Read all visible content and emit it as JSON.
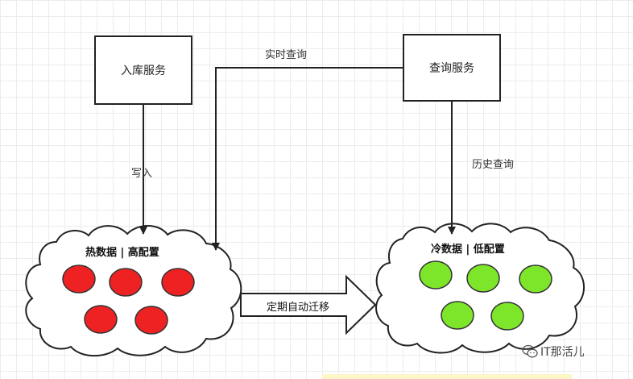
{
  "nodes": {
    "ingest_service": "入库服务",
    "query_service": "查询服务"
  },
  "edges": {
    "write": "写入",
    "realtime_query": "实时查询",
    "history_query": "历史查询",
    "migrate": "定期自动迁移"
  },
  "clouds": {
    "hot": {
      "title": "热数据 | 高配置",
      "dot_color": "#ee2222"
    },
    "cold": {
      "title": "冷数据 | 低配置",
      "dot_color": "#7ee62a"
    }
  },
  "watermark": {
    "text": "IT那活儿",
    "icon": "wechat-icon"
  }
}
